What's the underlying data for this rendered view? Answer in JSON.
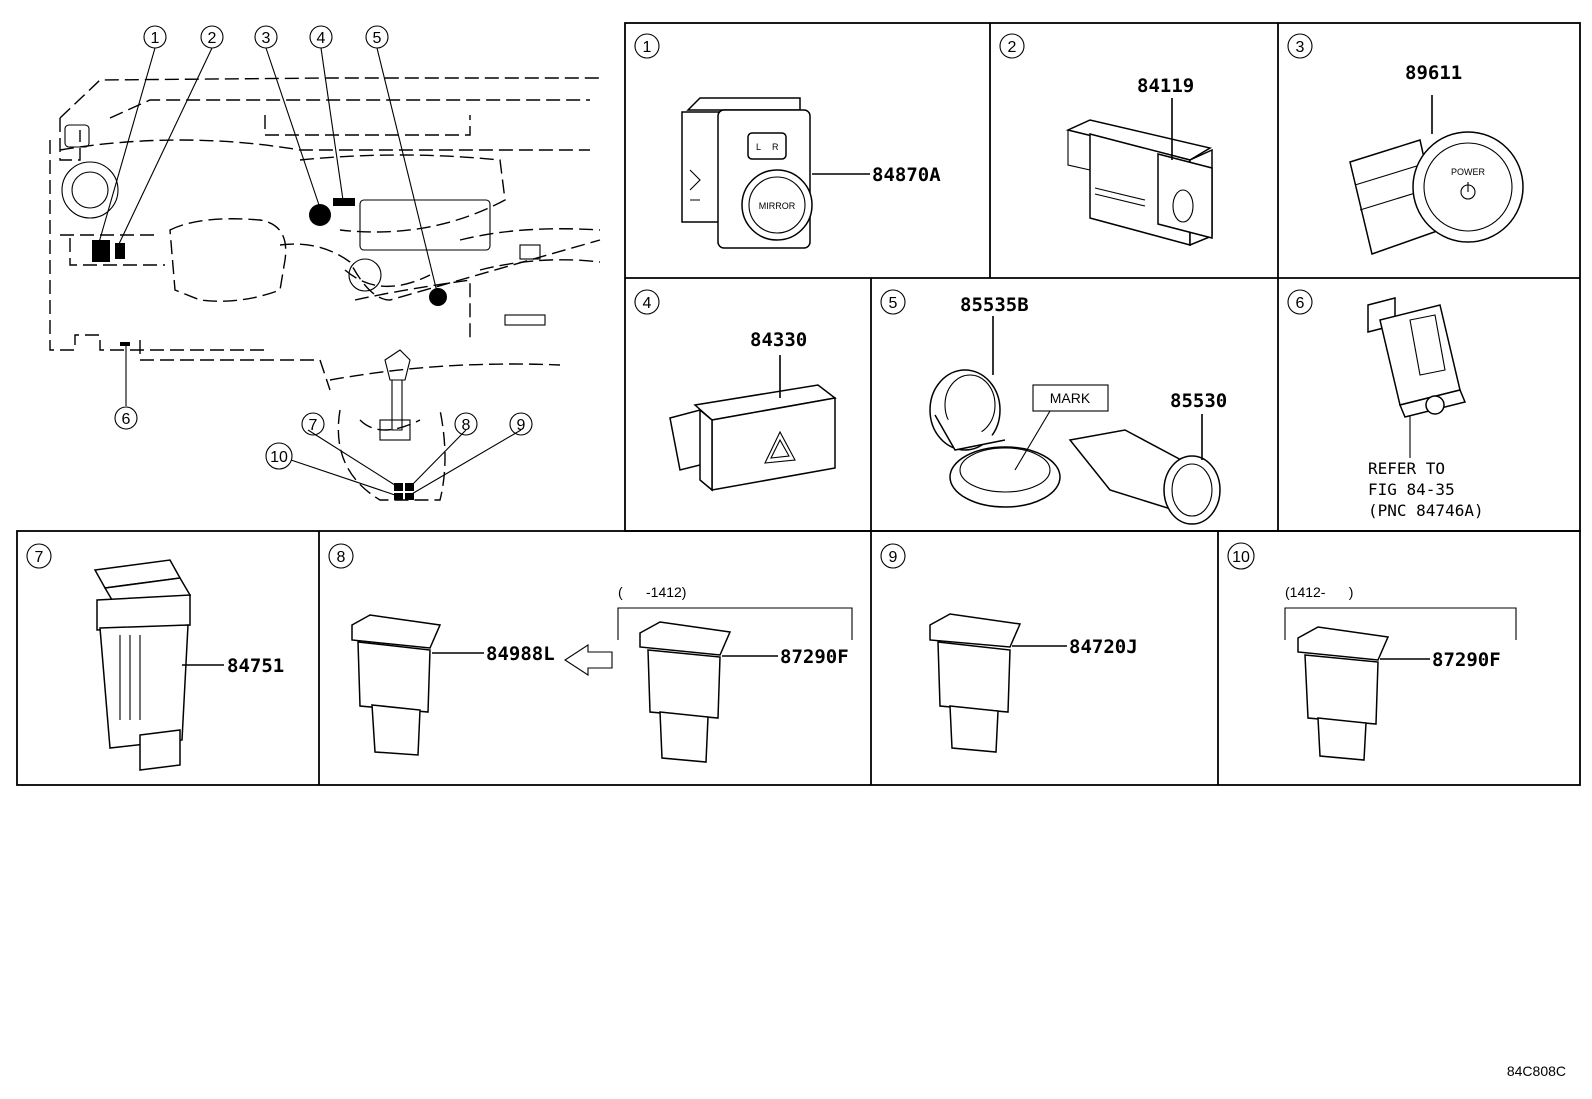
{
  "overview": {
    "callouts": [
      "1",
      "2",
      "3",
      "4",
      "5",
      "6",
      "7",
      "8",
      "9",
      "10"
    ]
  },
  "panels": [
    {
      "id": "1",
      "parts": [
        "84870A"
      ],
      "labels": [
        "MIRROR",
        "L",
        "R"
      ]
    },
    {
      "id": "2",
      "parts": [
        "84119"
      ]
    },
    {
      "id": "3",
      "parts": [
        "89611"
      ],
      "labels": [
        "POWER"
      ]
    },
    {
      "id": "4",
      "parts": [
        "84330"
      ]
    },
    {
      "id": "5",
      "parts": [
        "85535B",
        "85530"
      ],
      "mark": "MARK"
    },
    {
      "id": "6",
      "note": [
        "REFER TO",
        "FIG 84-35",
        "(PNC 84746A)"
      ]
    },
    {
      "id": "7",
      "parts": [
        "84751"
      ]
    },
    {
      "id": "8",
      "parts": [
        "84988L",
        "87290F"
      ],
      "range": "(      -1412)"
    },
    {
      "id": "9",
      "parts": [
        "84720J"
      ]
    },
    {
      "id": "10",
      "parts": [
        "87290F"
      ],
      "range": "(1412-      )"
    }
  ],
  "figure_id": "84C808C"
}
